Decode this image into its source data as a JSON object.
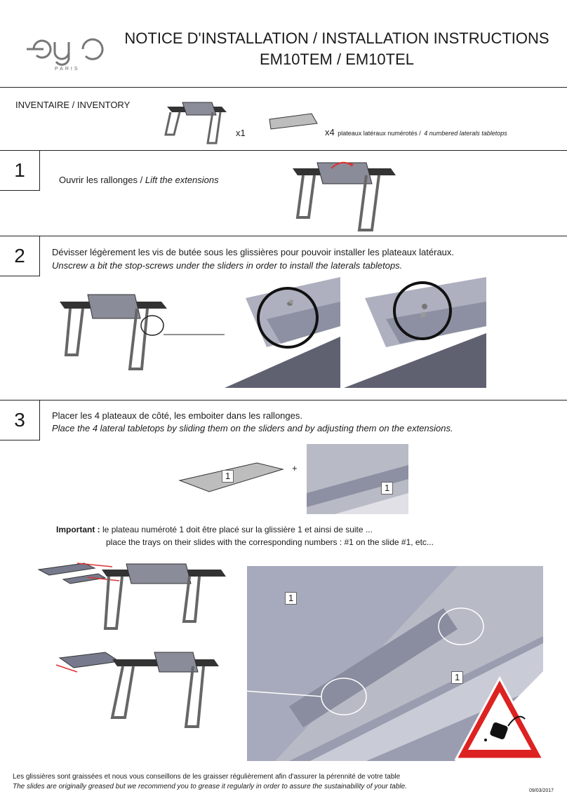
{
  "brand": {
    "name": "ego",
    "sub": "PARIS"
  },
  "header": {
    "title_line1": "NOTICE D'INSTALLATION / INSTALLATION INSTRUCTIONS",
    "title_line2": "EM10TEM / EM10TEL"
  },
  "inventory": {
    "label": "INVENTAIRE / INVENTORY",
    "qty_table": "x1",
    "qty_tops": "x4",
    "tops_fr": "plateaux latéraux numérotés /",
    "tops_en": "4 numbered laterals tabletops"
  },
  "step1": {
    "num": "1",
    "text_fr": "Ouvrir les rallonges /",
    "text_en": "Lift the extensions"
  },
  "step2": {
    "num": "2",
    "text_fr": "Dévisser légèrement les vis de butée sous les glissières pour pouvoir installer les plateaux latéraux.",
    "text_en": "Unscrew a bit the stop-screws under the sliders in order to install the laterals tabletops."
  },
  "step3": {
    "num": "3",
    "text_fr": "Placer les 4 plateaux de côté, les emboiter dans les rallonges.",
    "text_en": "Place the 4 lateral tabletops by sliding them on the sliders and by adjusting them on the extensions.",
    "plus": "+",
    "tag": "1",
    "important_label": "Important :",
    "important_fr": "le plateau numéroté 1 doit être placé sur la glissière 1 et ainsi de suite ...",
    "important_en": "place the trays on their slides with the corresponding numbers : #1 on the slide #1, etc..."
  },
  "footer": {
    "fr": "Les glissières sont graissées et nous vous conseillons de les graisser régulièrement afin d'assurer la pérennité de votre table",
    "en": "The slides are originally greased but we recommend you to grease it regularly in order to assure the sustainability of your table.",
    "date": "09/03/2017"
  }
}
